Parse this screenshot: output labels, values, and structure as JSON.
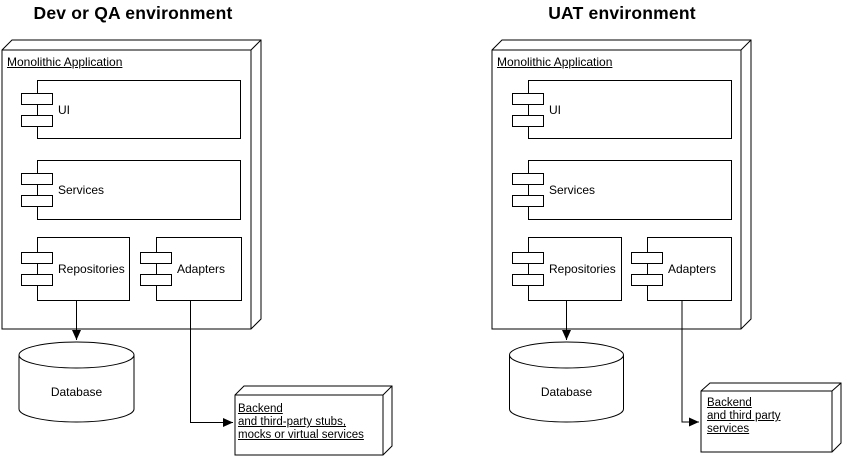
{
  "colors": {
    "stroke": "#000000",
    "fill": "#ffffff",
    "background": "#ffffff"
  },
  "diagrams": [
    {
      "title": "Dev or QA environment",
      "node_label": "Monolithic Application",
      "components": [
        {
          "label": "UI"
        },
        {
          "label": "Services"
        },
        {
          "label": "Repositories"
        },
        {
          "label": "Adapters"
        }
      ],
      "database_label": "Database",
      "backend_lines": {
        "0": "Backend",
        "1": "and third-party stubs,",
        "2": "mocks or virtual services"
      }
    },
    {
      "title": "UAT environment",
      "node_label": "Monolithic Application",
      "components": [
        {
          "label": "UI"
        },
        {
          "label": "Services"
        },
        {
          "label": "Repositories"
        },
        {
          "label": "Adapters"
        }
      ],
      "database_label": "Database",
      "backend_lines": {
        "0": "Backend",
        "1": "and third party",
        "2": "services"
      }
    }
  ]
}
